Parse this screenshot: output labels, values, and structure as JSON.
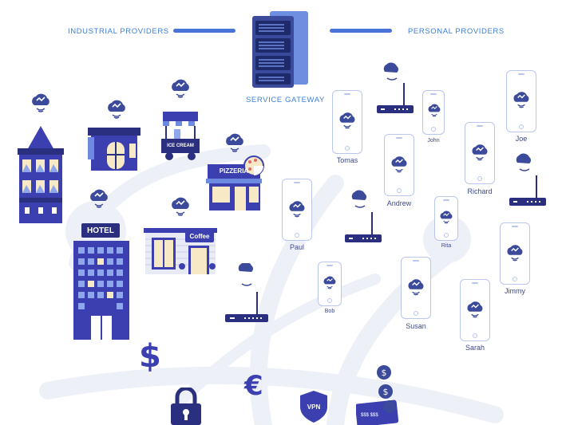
{
  "header": {
    "industrial_label": "INDUSTRIAL PROVIDERS",
    "personal_label": "PERSONAL PROVIDERS",
    "gateway_label": "SERVICE GATEWAY"
  },
  "buildings": {
    "hotel_sign": "HOTEL",
    "ice_cream_sign": "ICE CREAM",
    "pizzeria_sign": "PIZZERIA",
    "coffee_sign": "Coffee"
  },
  "badges": {
    "vpn": "VPN",
    "card_number": "$$$ $$$"
  },
  "people": {
    "tomas": "Tomas",
    "john": "John",
    "joe": "Joe",
    "richard": "Richard",
    "andrew": "Andrew",
    "rita": "Rita",
    "paul": "Paul",
    "bob": "Bob",
    "susan": "Susan",
    "jimmy": "Jimmy",
    "sarah": "Sarah"
  },
  "colors": {
    "primary": "#3b3fb0",
    "accent_blue": "#4a73d9",
    "label_blue": "#3d7fd6",
    "navy": "#2b2f80",
    "window_yellow": "#f7e9c6",
    "phone_outline": "#b9c6ee",
    "background_swirl": "#eef0f8"
  },
  "icons": [
    "cloud-signal-icon",
    "router-icon",
    "dollar-icon",
    "euro-icon",
    "padlock-icon",
    "vpn-shield-icon",
    "coin-icon",
    "credit-card-icon",
    "server-rack-icon"
  ]
}
